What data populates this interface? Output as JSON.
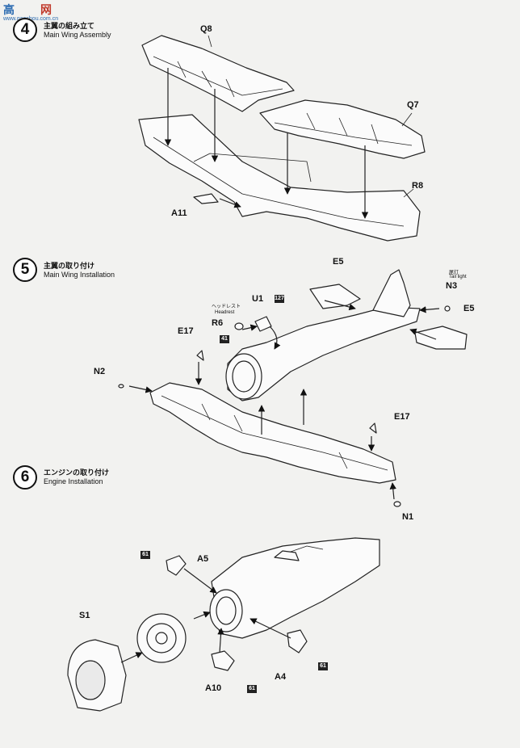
{
  "watermark": {
    "glyph_a": "高",
    "glyph_b": "网",
    "url": "www.gaoshou.com.cn"
  },
  "steps": [
    {
      "number": "4",
      "title_jp": "主翼の組み立て",
      "title_en": "Main Wing Assembly"
    },
    {
      "number": "5",
      "title_jp": "主翼の取り付け",
      "title_en": "Main Wing Installation"
    },
    {
      "number": "6",
      "title_jp": "エンジンの取り付け",
      "title_en": "Engine Installation"
    }
  ],
  "step4": {
    "labels": {
      "q8": "Q8",
      "q7": "Q7",
      "r8": "R8",
      "a11": "A11"
    }
  },
  "step5": {
    "labels": {
      "e5_top": "E5",
      "e5_right": "E5",
      "n3": "N3",
      "u1": "U1",
      "r6": "R6",
      "e17_left": "E17",
      "e17_right": "E17",
      "n2": "N2",
      "n1": "N1"
    },
    "tail_light_jp": "尾灯",
    "tail_light_en": "Tail light",
    "headrest_jp": "ヘッドレスト",
    "headrest_en": "Headrest",
    "paint_u1": "127",
    "paint_r6": "41"
  },
  "step6": {
    "labels": {
      "a5": "A5",
      "s1": "S1",
      "a4": "A4",
      "a10": "A10"
    },
    "paint_a5": "61",
    "paint_a4": "61",
    "paint_a10": "61"
  }
}
